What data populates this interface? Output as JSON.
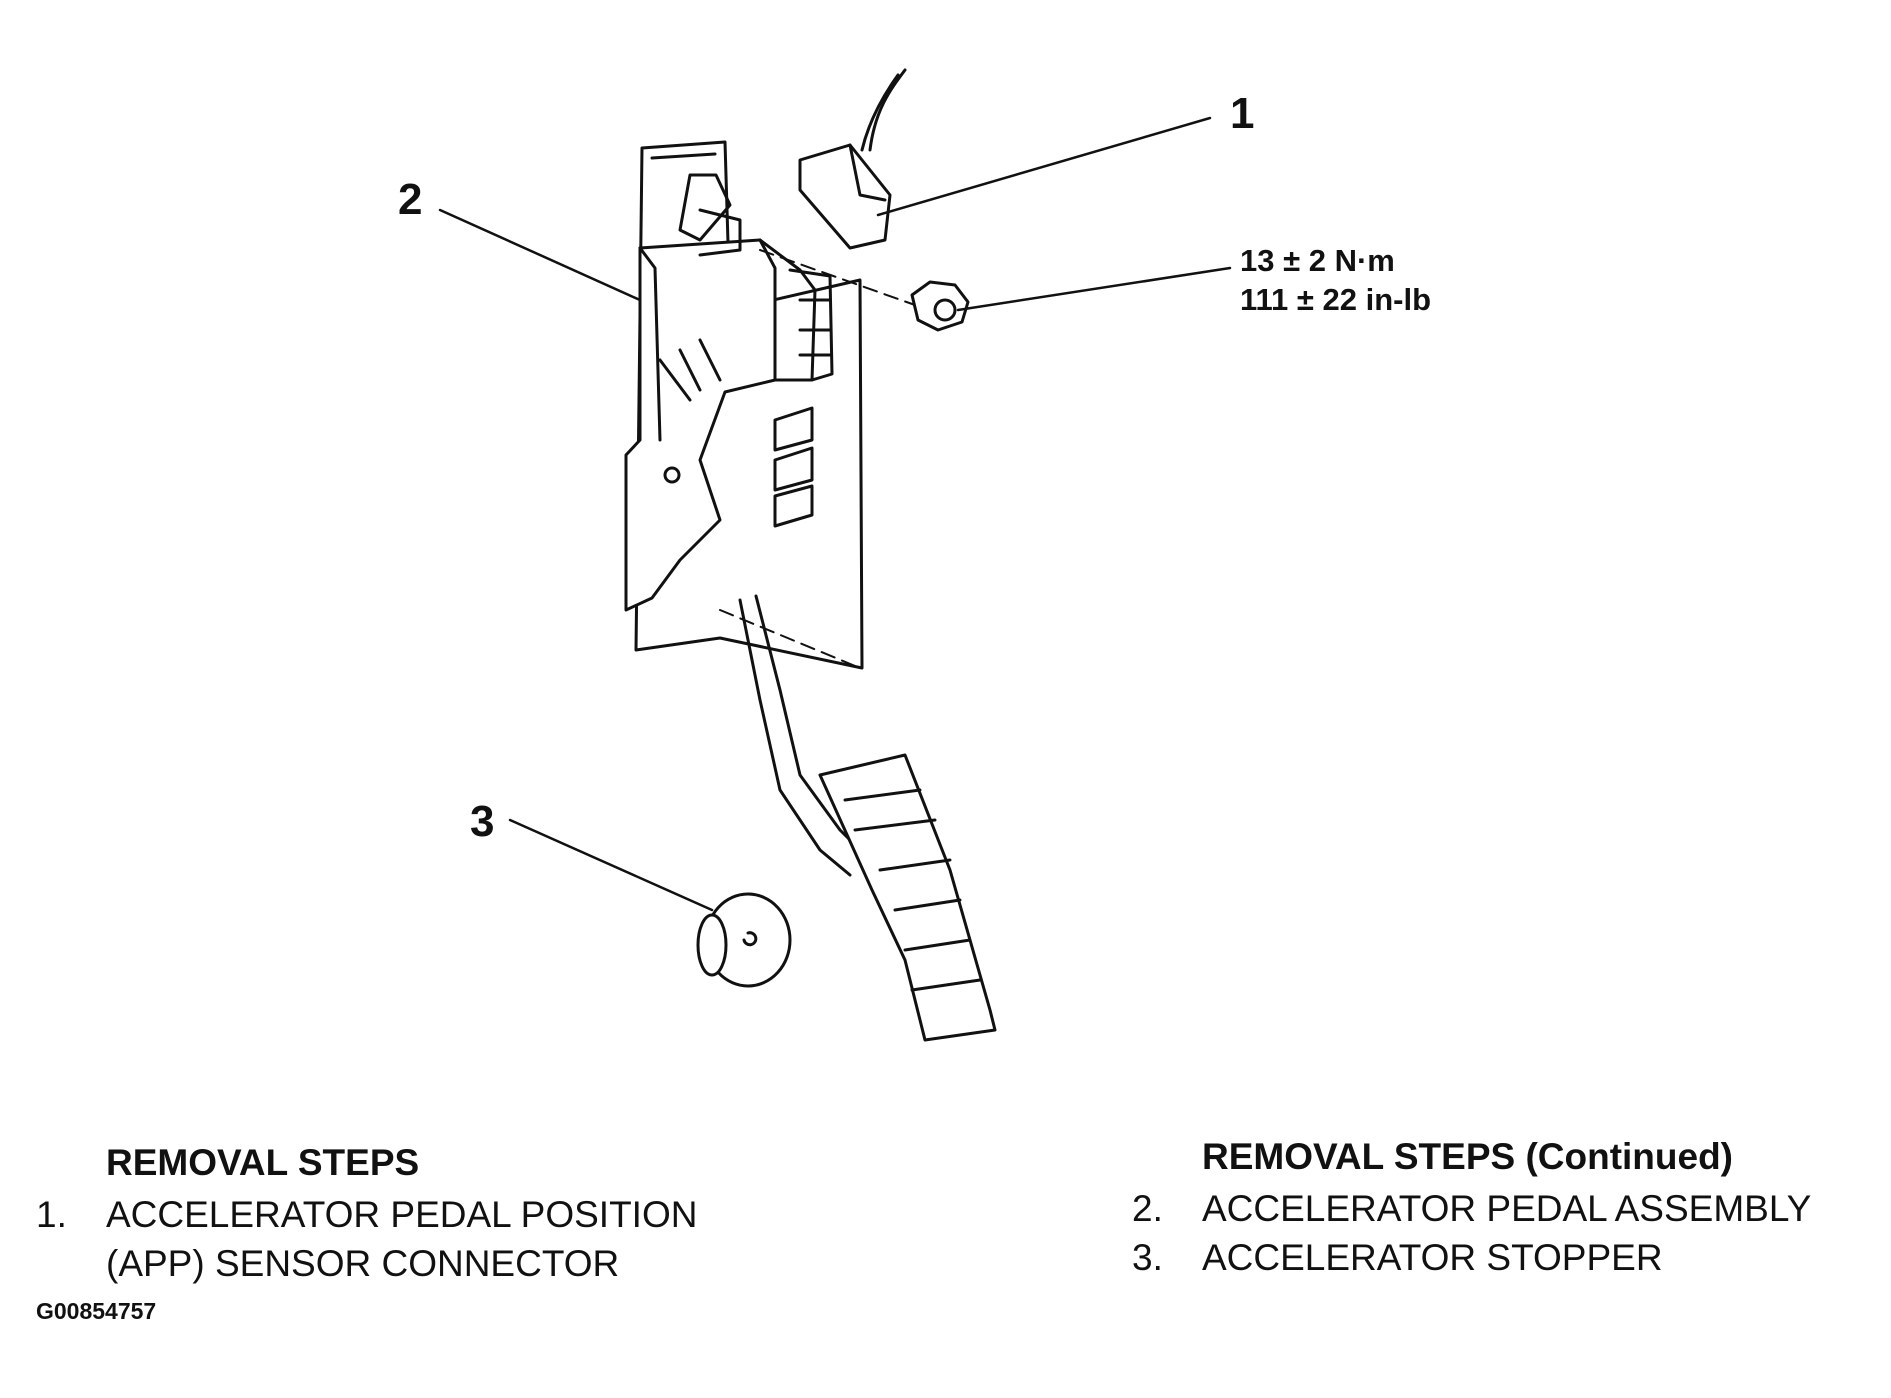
{
  "callouts": {
    "c1": "1",
    "c2": "2",
    "c3": "3"
  },
  "torque": {
    "metric": "13 ± 2 N·m",
    "imperial": "111 ± 22 in-lb"
  },
  "steps_left": {
    "title": "REMOVAL STEPS",
    "items": [
      {
        "num": "1.",
        "text": "ACCELERATOR PEDAL POSITION\n(APP) SENSOR CONNECTOR"
      }
    ]
  },
  "steps_right": {
    "title": "REMOVAL STEPS (Continued)",
    "items": [
      {
        "num": "2.",
        "text": "ACCELERATOR PEDAL ASSEMBLY"
      },
      {
        "num": "3.",
        "text": "ACCELERATOR STOPPER"
      }
    ]
  },
  "figure_id": "G00854757",
  "colors": {
    "ink": "#111111",
    "paper": "#ffffff"
  }
}
